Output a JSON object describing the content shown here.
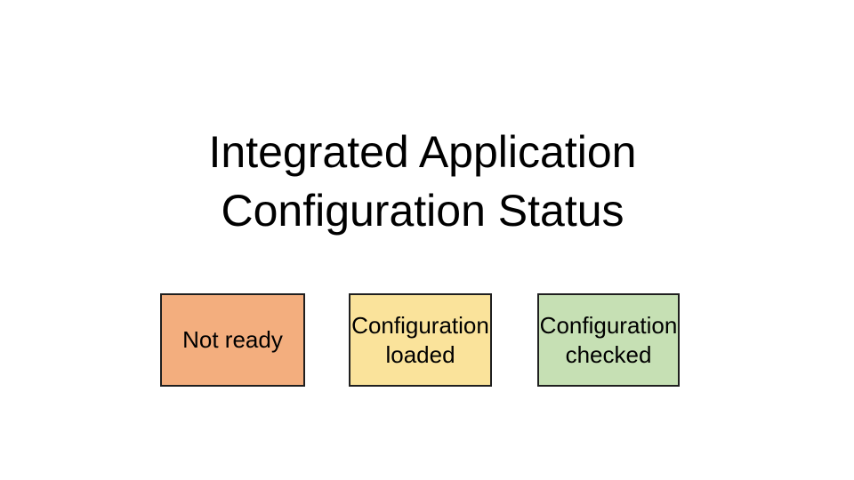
{
  "slide": {
    "background_color": "#FFFFFF",
    "title": {
      "line1": "Integrated Application",
      "line2": "Configuration Status",
      "color": "#000000"
    },
    "status_boxes": [
      {
        "label": "Not ready",
        "fill": "#F3AE7E",
        "border": "#1F1F1F",
        "text_color": "#000000"
      },
      {
        "label": "Configuration loaded",
        "fill": "#FAE39B",
        "border": "#1F1F1F",
        "text_color": "#000000"
      },
      {
        "label": "Configuration checked",
        "fill": "#C6E0B4",
        "border": "#1F1F1F",
        "text_color": "#000000"
      }
    ]
  }
}
